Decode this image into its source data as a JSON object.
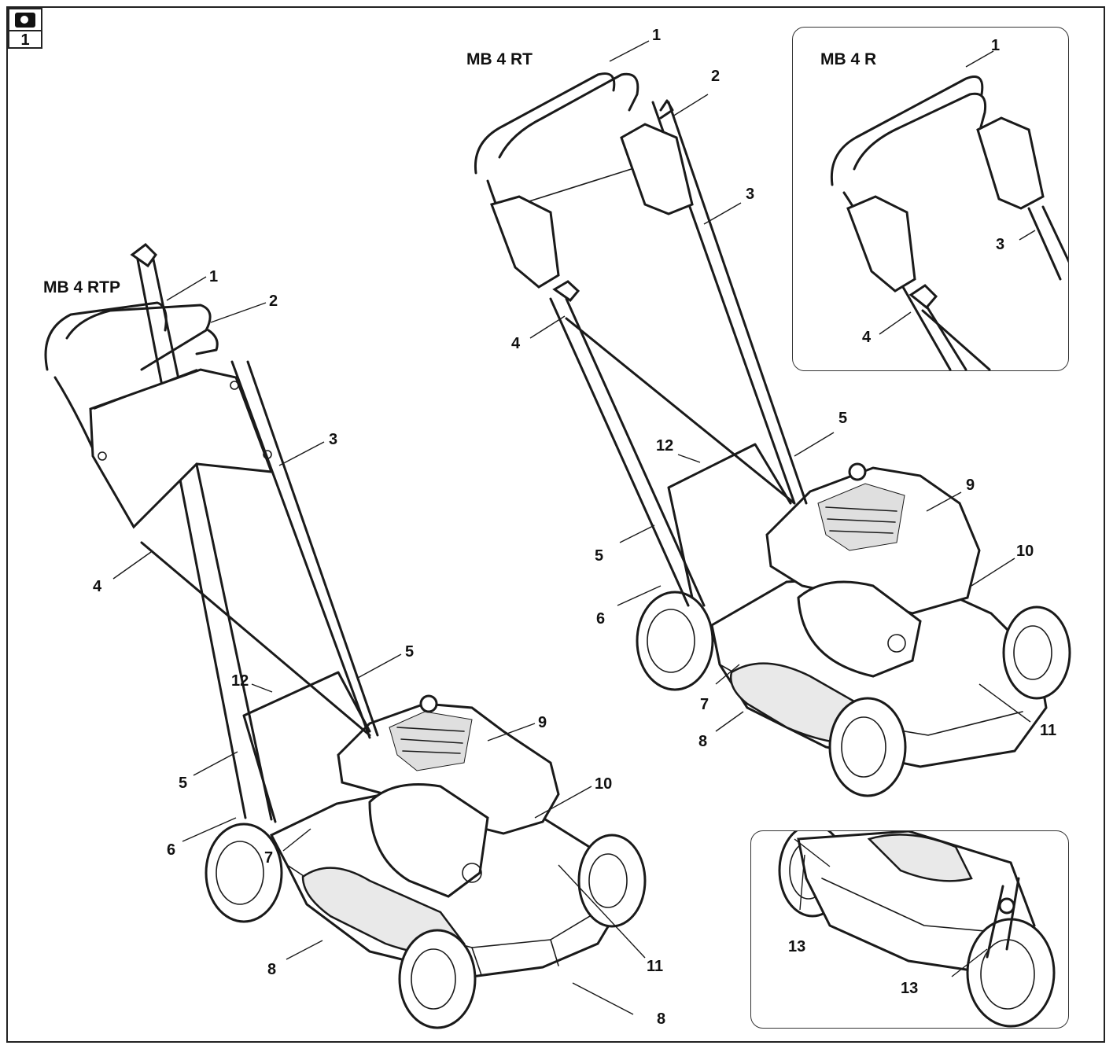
{
  "figure": {
    "number": "1",
    "icon": "camera-icon"
  },
  "models": {
    "rtp": "MB 4 RTP",
    "rt": "MB 4 RT",
    "r": "MB 4 R"
  },
  "callouts": {
    "rtp": [
      "1",
      "2",
      "3",
      "4",
      "5",
      "5",
      "6",
      "7",
      "8",
      "8",
      "9",
      "10",
      "11",
      "12"
    ],
    "rt": [
      "1",
      "2",
      "3",
      "4",
      "5",
      "5",
      "6",
      "7",
      "8",
      "9",
      "10",
      "11",
      "12"
    ],
    "r": [
      "1",
      "3",
      "4"
    ],
    "detail": [
      "13",
      "13"
    ]
  }
}
